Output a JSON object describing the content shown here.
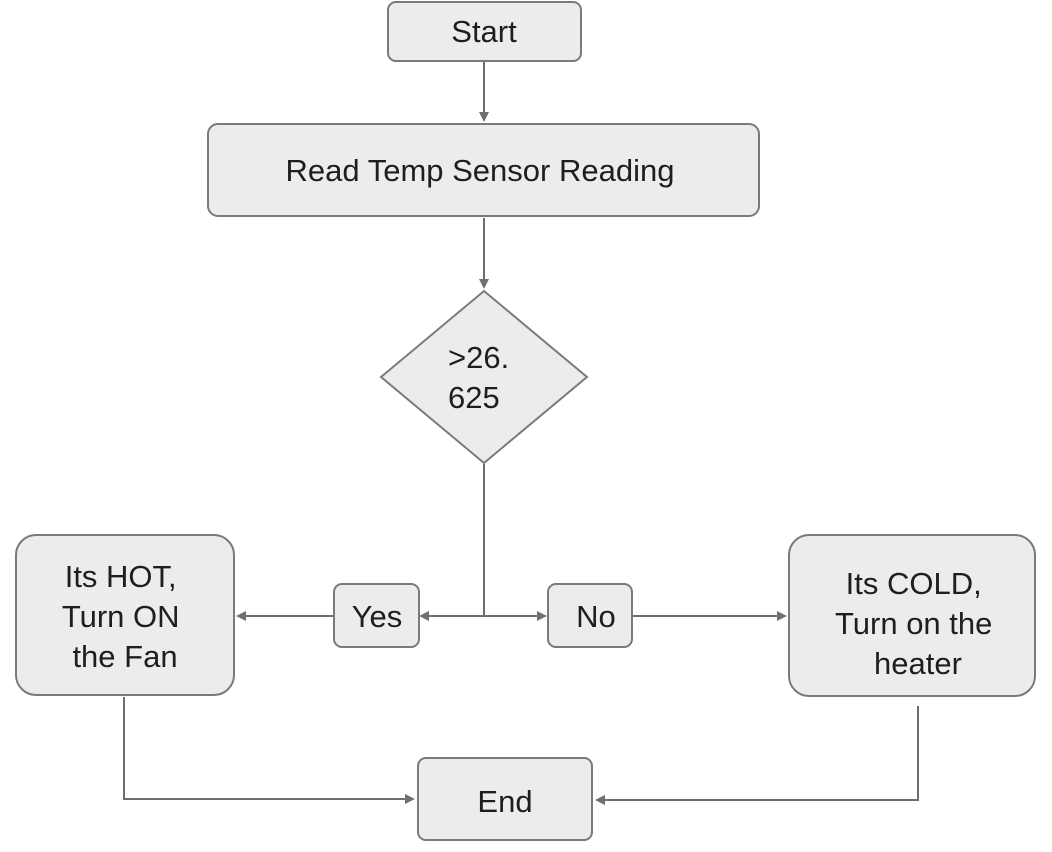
{
  "nodes": {
    "start": "Start",
    "read": "Read Temp Sensor Reading",
    "decision": [
      ">26.",
      "625"
    ],
    "yes": "Yes",
    "no": "No",
    "hot": [
      "Its HOT,",
      "Turn ON",
      "the Fan"
    ],
    "cold": [
      "Its COLD,",
      "Turn on the",
      "heater"
    ],
    "end": "End"
  },
  "colors": {
    "node_fill": "#ececec",
    "node_stroke": "#7a7a7a",
    "edge": "#6f6f6f",
    "text": "#1e1e1e"
  }
}
